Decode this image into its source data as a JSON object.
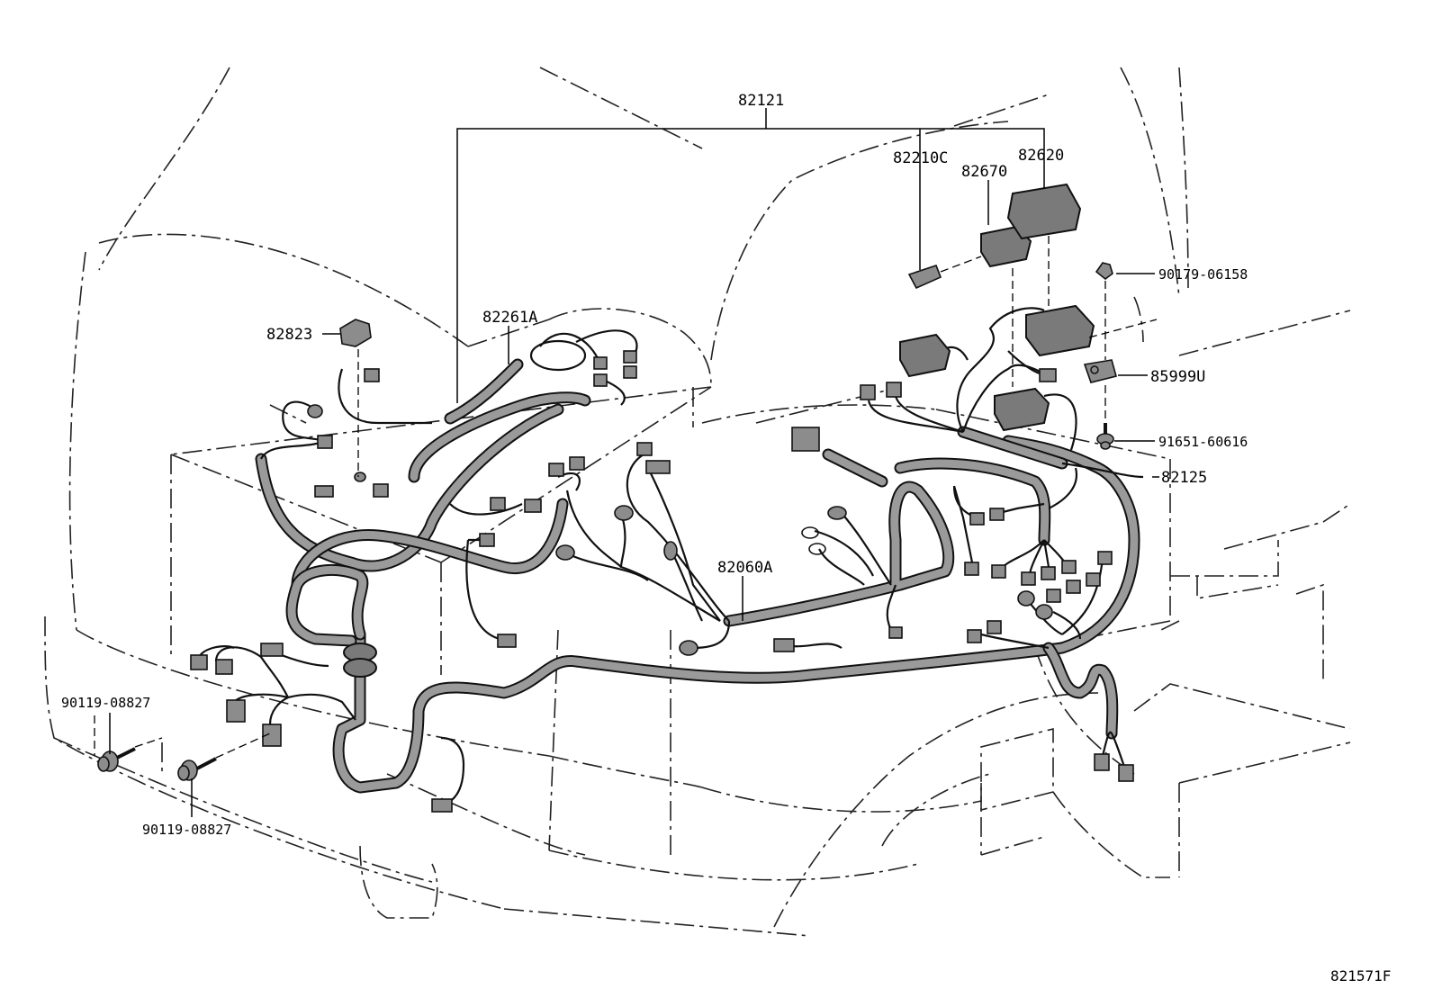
{
  "diagram": {
    "labels": {
      "p82121": "82121",
      "p82210c": "82210C",
      "p82670": "82670",
      "p82620": "82620",
      "p90179": "90179-06158",
      "p85999u": "85999U",
      "p91651": "91651-60616",
      "p82125": "82125",
      "p82823": "82823",
      "p82261a": "82261A",
      "p82060a": "82060A",
      "p90119_top": "90119-08827",
      "p90119_bottom": "90119-08827"
    },
    "figure_code": "821571F"
  }
}
